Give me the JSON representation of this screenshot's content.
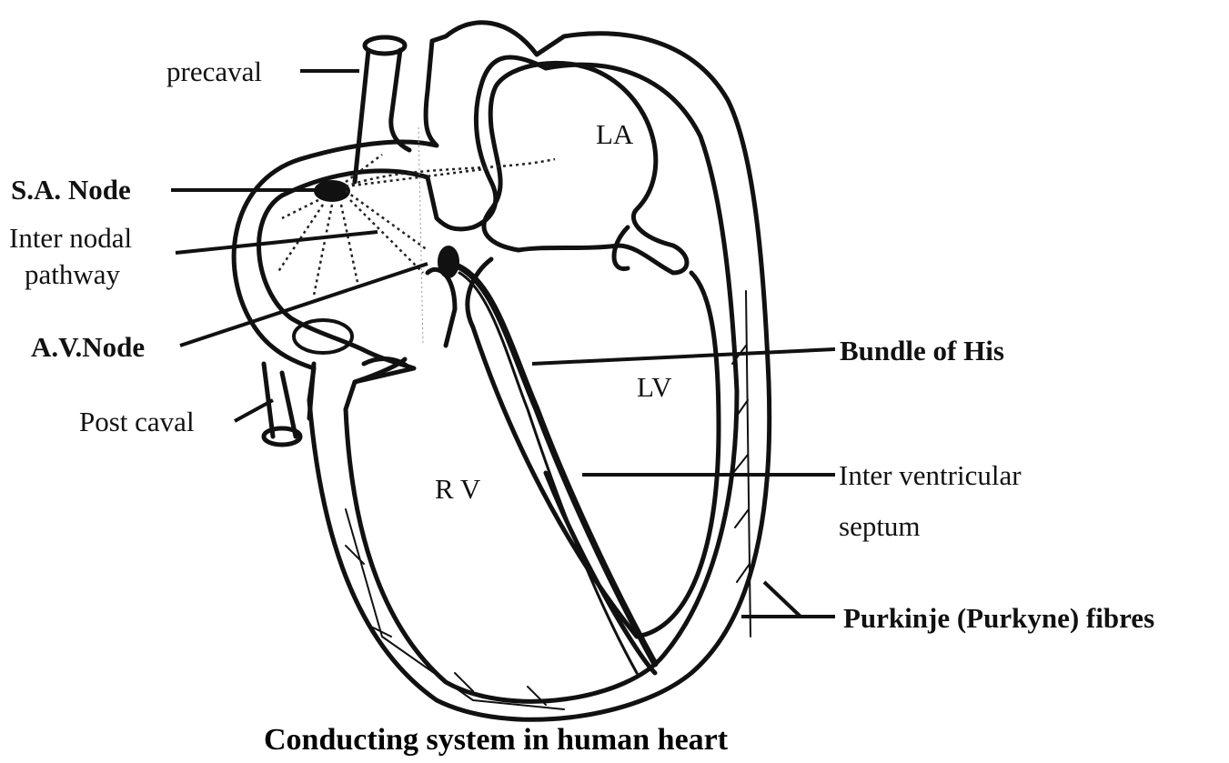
{
  "title": "Conducting system in human heart",
  "chambers": {
    "la": "LA",
    "lv": "LV",
    "rv": "R V"
  },
  "labels": {
    "precaval": "precaval",
    "sa_node": "S.A. Node",
    "inter_nodal_line1": "Inter nodal",
    "inter_nodal_line2": "pathway",
    "av_node": "A.V.Node",
    "post_caval": "Post caval",
    "bundle_of_his": "Bundle of His",
    "inter_ventricular_line1": "Inter ventricular",
    "inter_ventricular_line2": "septum",
    "purkinje": "Purkinje (Purkyne) fibres"
  }
}
